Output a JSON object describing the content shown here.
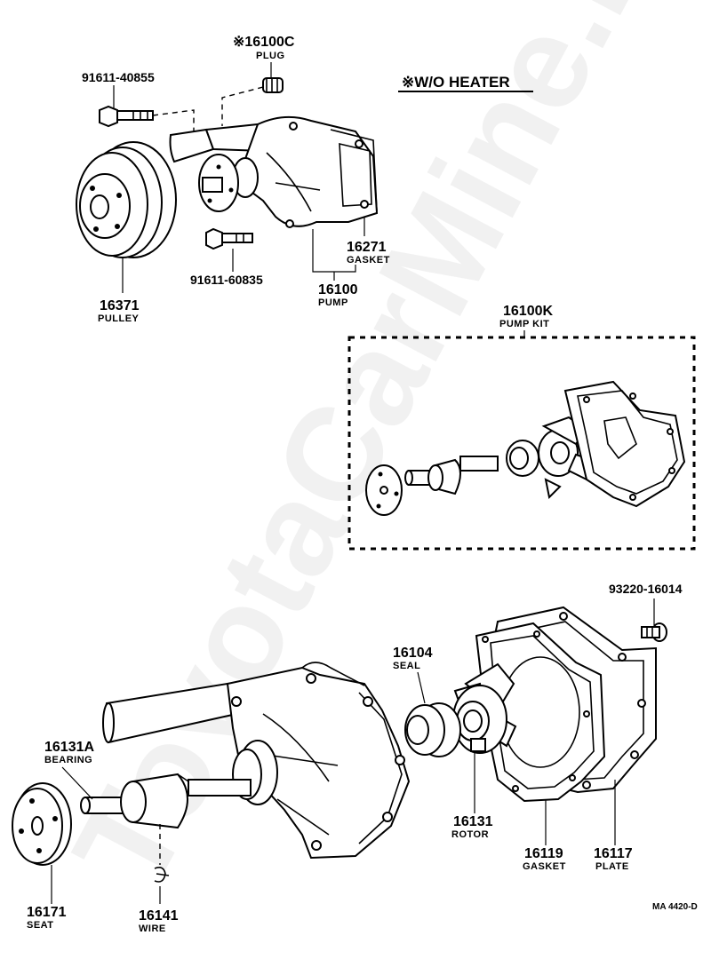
{
  "watermark": "ToyotaCarMine.ru",
  "header": {
    "note": "※W/O HEATER"
  },
  "top": {
    "plug": {
      "number": "※16100C",
      "name": "PLUG"
    },
    "bolt_upper": {
      "number": "91611-40855"
    },
    "bolt_lower": {
      "number": "91611-60835"
    },
    "gasket": {
      "number": "16271",
      "name": "GASKET"
    },
    "pump": {
      "number": "16100",
      "name": "PUMP"
    },
    "pulley": {
      "number": "16371",
      "name": "PULLEY"
    }
  },
  "kit": {
    "number": "16100K",
    "name": "PUMP KIT"
  },
  "bottom": {
    "screw": {
      "number": "93220-16014"
    },
    "seal": {
      "number": "16104",
      "name": "SEAL"
    },
    "bearing": {
      "number": "16131A",
      "name": "BEARING"
    },
    "rotor": {
      "number": "16131",
      "name": "ROTOR"
    },
    "gasket": {
      "number": "16119",
      "name": "GASKET"
    },
    "plate": {
      "number": "16117",
      "name": "PLATE"
    },
    "seat": {
      "number": "16171",
      "name": "SEAT"
    },
    "wire": {
      "number": "16141",
      "name": "WIRE"
    }
  },
  "footer": {
    "code": "MA 4420-D"
  }
}
